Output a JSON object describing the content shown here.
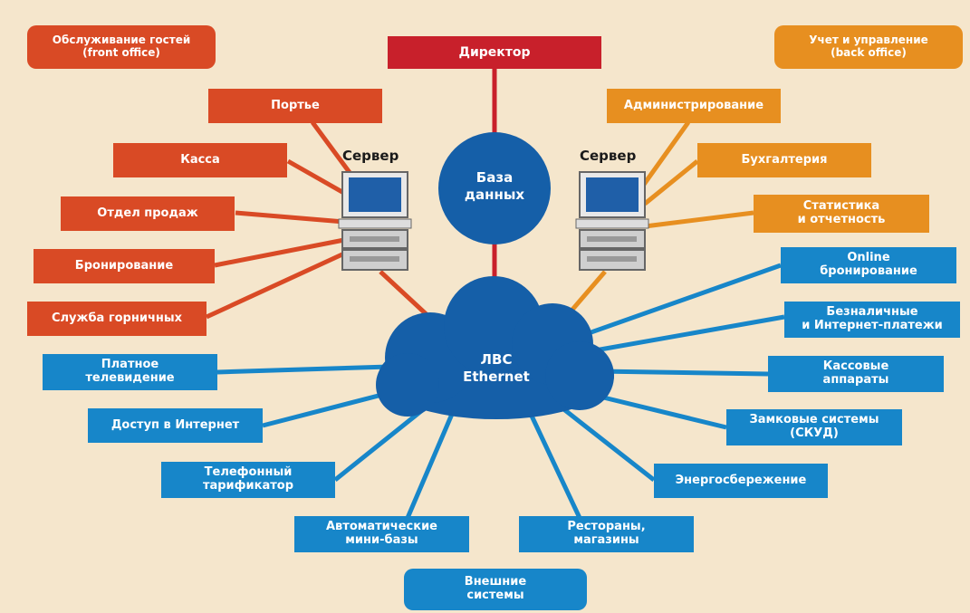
{
  "front_office": "Обслуживание гостей\n(front office)",
  "back_office": "Учет и управление\n(back office)",
  "director": "Директор",
  "database": "База\nданных",
  "network": "ЛВС\nEthernet",
  "server_left": "Сервер",
  "server_right": "Сервер",
  "front_items": [
    "Портье",
    "Касса",
    "Отдел продаж",
    "Бронирование",
    "Служба горничных"
  ],
  "back_items": [
    "Администрирование",
    "Бухгалтерия",
    "Статистика\nи отчетность"
  ],
  "right_systems": [
    "Online\nбронирование",
    "Безналичные\nи Интернет-платежи",
    "Кассовые\nаппараты",
    "Замковые системы\n(СКУД)",
    "Энергосбережение"
  ],
  "left_systems": [
    "Платное\nтелевидение",
    "Доступ в Интернет",
    "Телефонный\nтарификатор",
    "Автоматические\nмини-базы"
  ],
  "bottom_systems": [
    "Рестораны,\nмагазины"
  ],
  "external": "Внешние\nсистемы",
  "colors": {
    "front": "#d94a25",
    "director": "#c8202b",
    "back": "#e78f20",
    "network": "#1786c9",
    "cloud": "#155fa8",
    "background": "#f5e6cc"
  },
  "icons": [
    "server-icon",
    "database-icon",
    "cloud-icon"
  ]
}
